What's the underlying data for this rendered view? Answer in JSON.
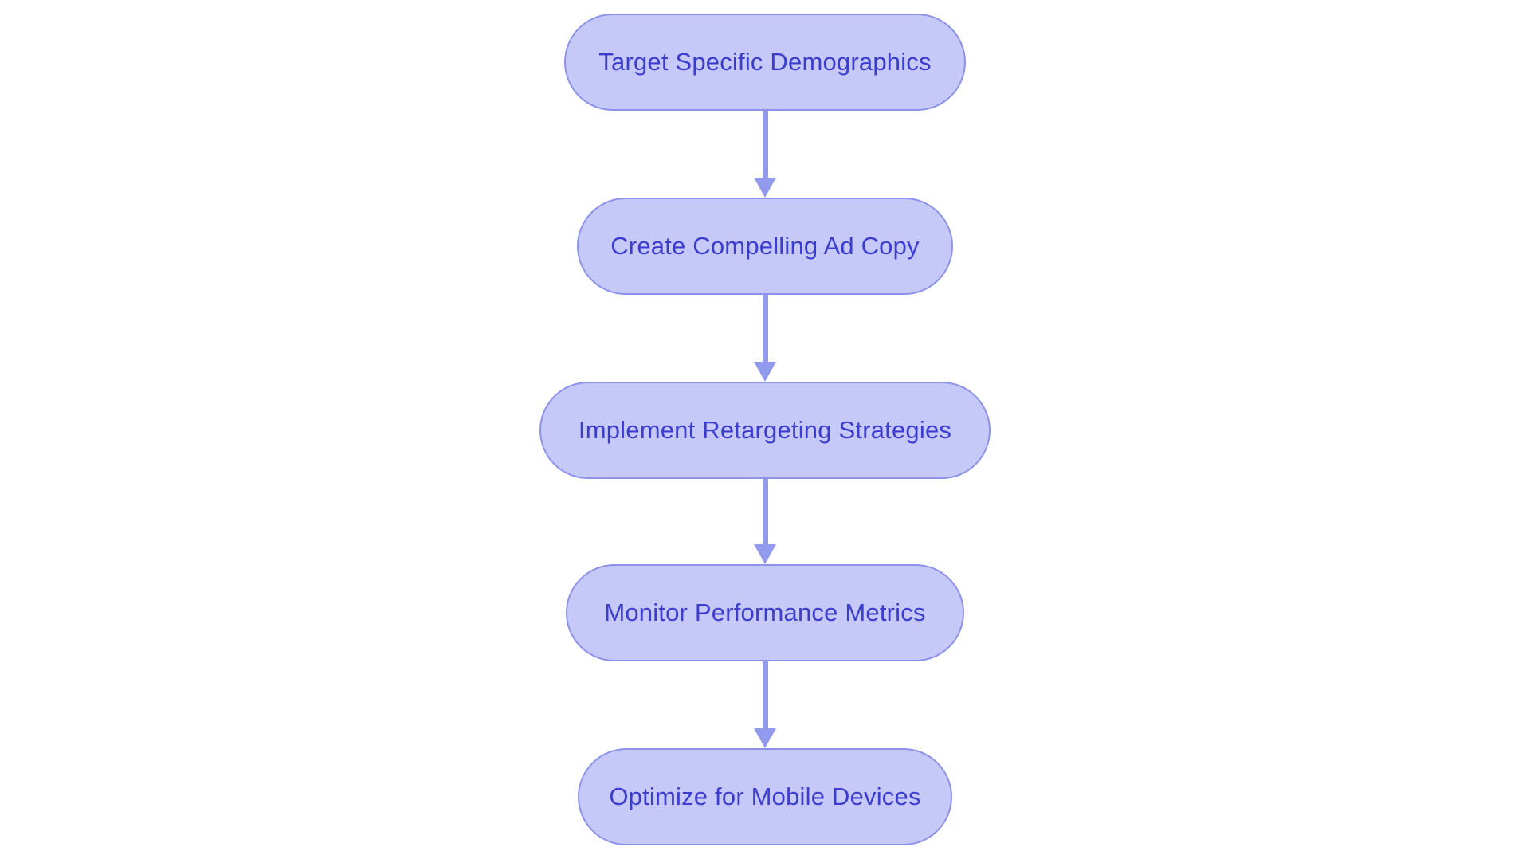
{
  "flowchart": {
    "type": "flow",
    "direction": "top-down",
    "background_color": "#ffffff",
    "node_fill_color": "#c6c9f7",
    "node_border_color": "#8c92e9",
    "node_text_color": "#3b3dcf",
    "arrow_color": "#929aed",
    "nodes": [
      {
        "id": "1",
        "label": "Target Specific Demographics"
      },
      {
        "id": "2",
        "label": "Create Compelling Ad Copy"
      },
      {
        "id": "3",
        "label": "Implement Retargeting Strategies"
      },
      {
        "id": "4",
        "label": "Monitor Performance Metrics"
      },
      {
        "id": "5",
        "label": "Optimize for Mobile Devices"
      }
    ],
    "edges": [
      {
        "from": "1",
        "to": "2"
      },
      {
        "from": "2",
        "to": "3"
      },
      {
        "from": "3",
        "to": "4"
      },
      {
        "from": "4",
        "to": "5"
      }
    ]
  }
}
